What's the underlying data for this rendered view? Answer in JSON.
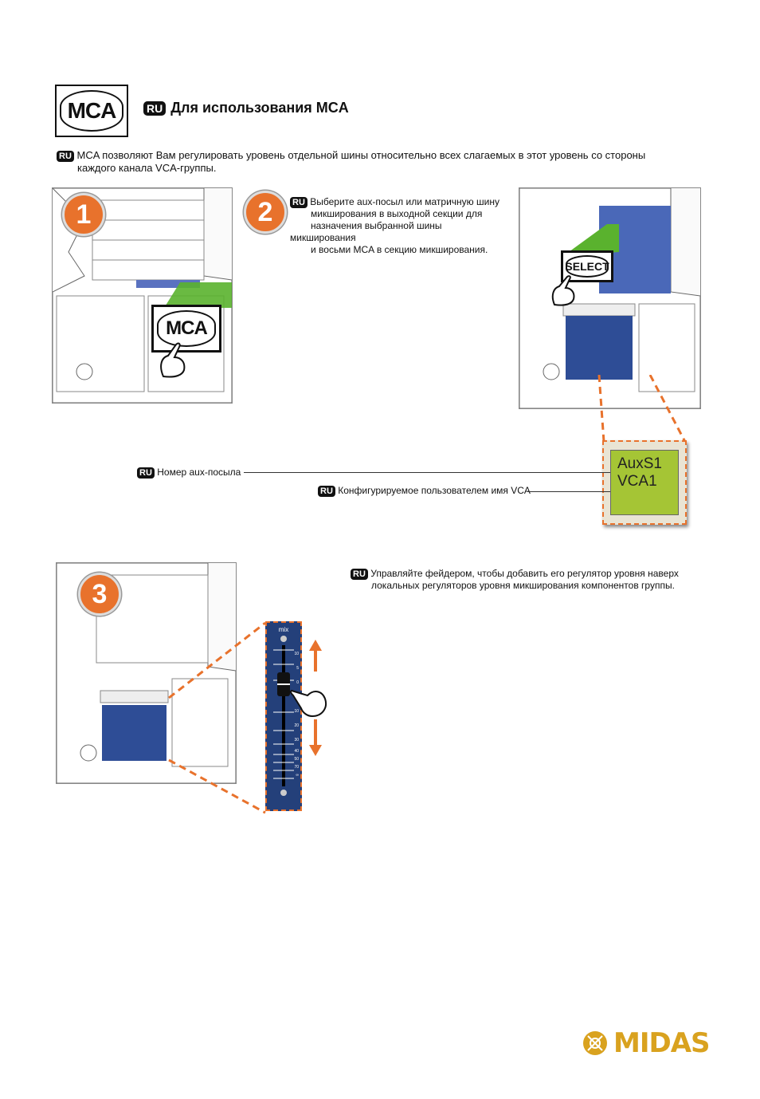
{
  "header": {
    "icon_label": "MCA",
    "lang": "RU",
    "title": "Для использования MCA"
  },
  "intro": {
    "lang": "RU",
    "line1": "MCA позволяют Вам регулировать уровень отдельной шины относительно всех слагаемых в этот уровень со стороны",
    "line2": "каждого канала VCA-группы."
  },
  "step1": {
    "number": "1",
    "button_label": "MCA"
  },
  "step2": {
    "number": "2",
    "lang": "RU",
    "lines": [
      "Выберите aux-посыл или матричную шину",
      "микширования в выходной секции для",
      "назначения выбранной шины микширования",
      "и восьми MCA в секцию микширования."
    ],
    "button_label": "SELECT"
  },
  "display": {
    "line1": "AuxS1",
    "line2": "VCA1",
    "callout1_lang": "RU",
    "callout1": "Номер aux-посыла",
    "callout2_lang": "RU",
    "callout2": "Конфигурируемое пользователем имя VCA"
  },
  "step3": {
    "number": "3",
    "lang": "RU",
    "line1": "Управляйте фейдером, чтобы добавить его регулятор уровня наверх",
    "line2": "локальных регуляторов уровня микширования компонентов группы.",
    "fader_label": "mix",
    "scale": [
      "10",
      "5",
      "0",
      "5",
      "10",
      "20",
      "30",
      "40",
      "50",
      "70",
      "∞"
    ]
  },
  "footer": {
    "brand": "MIDAS"
  },
  "colors": {
    "accent": "#e8722c",
    "green": "#5ab22e",
    "lcd": "#a5c535",
    "fader_blue": "#24407a",
    "brand": "#d9a21f"
  }
}
